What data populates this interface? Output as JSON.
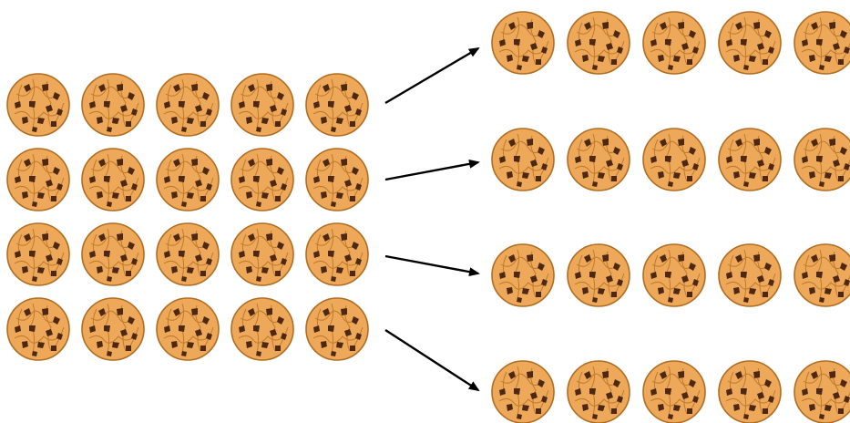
{
  "diagram": {
    "source_group": {
      "rows": 4,
      "cookies_per_row": 5
    },
    "target_groups": [
      {
        "cookies": 5
      },
      {
        "cookies": 5
      },
      {
        "cookies": 5
      },
      {
        "cookies": 5
      }
    ],
    "arrows": 4
  },
  "colors": {
    "background": "#ffffff",
    "cookie_fill": "#eea85a",
    "cookie_rim": "#b06d22",
    "cookie_crack": "#bf7a2c",
    "chip": "#4e2812",
    "arrow": "#000000"
  },
  "icons": {
    "cookie": "chocolate-chip-cookie-icon",
    "arrow": "arrow-right-icon"
  }
}
